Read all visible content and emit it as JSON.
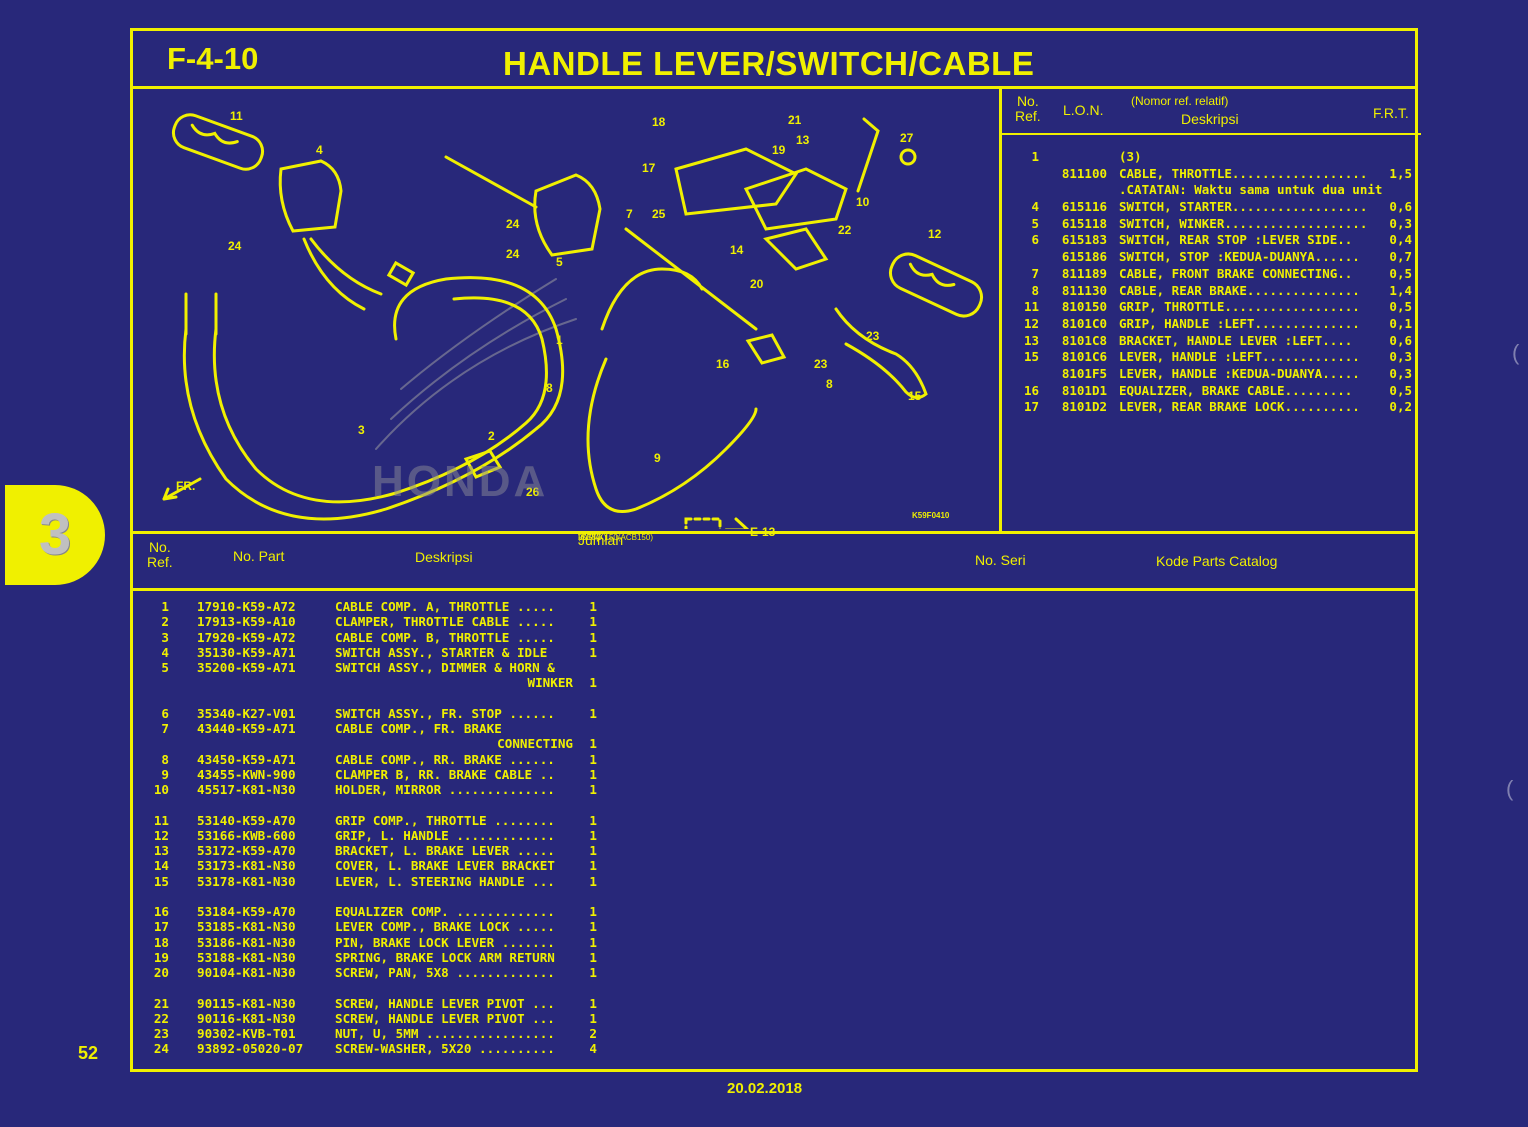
{
  "header": {
    "code": "F-4-10",
    "title": "HANDLE LEVER/SWITCH/CABLE"
  },
  "ref_table": {
    "headers": {
      "no": "No.",
      "ref": "Ref.",
      "lon": "L.O.N.",
      "desc_top": "(Nomor ref. relatif)",
      "desc": "Deskripsi",
      "frt": "F.R.T."
    },
    "rows": [
      {
        "no": "1",
        "lon": "",
        "desc": "(3)",
        "frt": ""
      },
      {
        "no": "",
        "lon": "811100",
        "desc": "CABLE, THROTTLE..................",
        "frt": "1,5"
      },
      {
        "no": "",
        "lon": "",
        "desc": ".CATATAN: Waktu sama untuk dua unit",
        "frt": ""
      },
      {
        "no": "4",
        "lon": "615116",
        "desc": "SWITCH, STARTER..................",
        "frt": "0,6"
      },
      {
        "no": "5",
        "lon": "615118",
        "desc": "SWITCH, WINKER...................",
        "frt": "0,3"
      },
      {
        "no": "6",
        "lon": "615183",
        "desc": "SWITCH, REAR STOP :LEVER SIDE..",
        "frt": "0,4"
      },
      {
        "no": "",
        "lon": "615186",
        "desc": "SWITCH, STOP :KEDUA-DUANYA......",
        "frt": "0,7"
      },
      {
        "no": "7",
        "lon": "811189",
        "desc": "CABLE, FRONT BRAKE CONNECTING..",
        "frt": "0,5"
      },
      {
        "no": "8",
        "lon": "811130",
        "desc": "CABLE, REAR BRAKE...............",
        "frt": "1,4"
      },
      {
        "no": "11",
        "lon": "810150",
        "desc": "GRIP, THROTTLE..................",
        "frt": "0,5"
      },
      {
        "no": "12",
        "lon": "8101C0",
        "desc": "GRIP, HANDLE :LEFT..............",
        "frt": "0,1"
      },
      {
        "no": "13",
        "lon": "8101C8",
        "desc": "BRACKET, HANDLE LEVER :LEFT....",
        "frt": "0,6"
      },
      {
        "no": "15",
        "lon": "8101C6",
        "desc": "LEVER, HANDLE :LEFT.............",
        "frt": "0,3"
      },
      {
        "no": "",
        "lon": "8101F5",
        "desc": "LEVER, HANDLE :KEDUA-DUANYA.....",
        "frt": "0,3"
      },
      {
        "no": "16",
        "lon": "8101D1",
        "desc": "EQUALIZER, BRAKE CABLE.........",
        "frt": "0,5"
      },
      {
        "no": "17",
        "lon": "8101D2",
        "desc": "LEVER, REAR BRAKE LOCK..........",
        "frt": "0,2"
      }
    ]
  },
  "parts_table": {
    "headers": {
      "no": "No.",
      "ref": "Ref.",
      "part": "No. Part",
      "desc": "Deskripsi",
      "qty_title": "Jumlah",
      "qty_model": "VARIO 150(ACB150)",
      "qty_type": "(CBT)",
      "qty_year": "2018(K)",
      "serial": "No. Seri",
      "catalog": "Kode Parts Catalog"
    },
    "rows": [
      {
        "no": "1",
        "part": "17910-K59-A72",
        "desc": "CABLE COMP. A, THROTTLE .....",
        "qty": "1"
      },
      {
        "no": "2",
        "part": "17913-K59-A10",
        "desc": "CLAMPER, THROTTLE CABLE .....",
        "qty": "1"
      },
      {
        "no": "3",
        "part": "17920-K59-A72",
        "desc": "CABLE COMP. B, THROTTLE .....",
        "qty": "1"
      },
      {
        "no": "4",
        "part": "35130-K59-A71",
        "desc": "SWITCH ASSY., STARTER & IDLE",
        "qty": "1"
      },
      {
        "no": "5",
        "part": "35200-K59-A71",
        "desc": "SWITCH ASSY., DIMMER & HORN &",
        "qty": ""
      },
      {
        "no": "",
        "part": "",
        "desc": "WINKER",
        "qty": "1",
        "right": true
      },
      {
        "no": "6",
        "part": "35340-K27-V01",
        "desc": "SWITCH ASSY., FR. STOP ......",
        "qty": "1",
        "gap": true
      },
      {
        "no": "7",
        "part": "43440-K59-A71",
        "desc": "CABLE COMP., FR. BRAKE",
        "qty": ""
      },
      {
        "no": "",
        "part": "",
        "desc": "CONNECTING",
        "qty": "1",
        "right": true
      },
      {
        "no": "8",
        "part": "43450-K59-A71",
        "desc": "CABLE COMP., RR. BRAKE ......",
        "qty": "1"
      },
      {
        "no": "9",
        "part": "43455-KWN-900",
        "desc": "CLAMPER B, RR. BRAKE CABLE ..",
        "qty": "1"
      },
      {
        "no": "10",
        "part": "45517-K81-N30",
        "desc": "HOLDER, MIRROR ..............",
        "qty": "1"
      },
      {
        "no": "11",
        "part": "53140-K59-A70",
        "desc": "GRIP COMP., THROTTLE ........",
        "qty": "1",
        "gap": true
      },
      {
        "no": "12",
        "part": "53166-KWB-600",
        "desc": "GRIP, L. HANDLE .............",
        "qty": "1"
      },
      {
        "no": "13",
        "part": "53172-K59-A70",
        "desc": "BRACKET, L. BRAKE LEVER .....",
        "qty": "1"
      },
      {
        "no": "14",
        "part": "53173-K81-N30",
        "desc": "COVER, L. BRAKE LEVER BRACKET",
        "qty": "1"
      },
      {
        "no": "15",
        "part": "53178-K81-N30",
        "desc": "LEVER, L. STEERING HANDLE ...",
        "qty": "1"
      },
      {
        "no": "16",
        "part": "53184-K59-A70",
        "desc": "EQUALIZER COMP. .............",
        "qty": "1",
        "gap": true
      },
      {
        "no": "17",
        "part": "53185-K81-N30",
        "desc": "LEVER COMP., BRAKE LOCK .....",
        "qty": "1"
      },
      {
        "no": "18",
        "part": "53186-K81-N30",
        "desc": "PIN, BRAKE LOCK LEVER .......",
        "qty": "1"
      },
      {
        "no": "19",
        "part": "53188-K81-N30",
        "desc": "SPRING, BRAKE LOCK ARM RETURN",
        "qty": "1"
      },
      {
        "no": "20",
        "part": "90104-K81-N30",
        "desc": "SCREW, PAN, 5X8 .............",
        "qty": "1"
      },
      {
        "no": "21",
        "part": "90115-K81-N30",
        "desc": "SCREW, HANDLE LEVER PIVOT ...",
        "qty": "1",
        "gap": true
      },
      {
        "no": "22",
        "part": "90116-K81-N30",
        "desc": "SCREW, HANDLE LEVER PIVOT ...",
        "qty": "1"
      },
      {
        "no": "23",
        "part": "90302-KVB-T01",
        "desc": "NUT, U, 5MM .................",
        "qty": "2"
      },
      {
        "no": "24",
        "part": "93892-05020-07",
        "desc": "SCREW-WASHER, 5X20 ..........",
        "qty": "4"
      }
    ]
  },
  "diagram": {
    "callouts": [
      "11",
      "4",
      "24",
      "24",
      "24",
      "5",
      "18",
      "21",
      "13",
      "19",
      "27",
      "17",
      "25",
      "7",
      "10",
      "22",
      "12",
      "14",
      "20",
      "23",
      "23",
      "16",
      "8",
      "15",
      "1",
      "8",
      "3",
      "2",
      "9",
      "26",
      "E-13",
      "FR."
    ],
    "figure_code": "K59F0410",
    "watermark": "HONDA"
  },
  "section_tab": "3",
  "page_number": "52",
  "date": "20.02.2018",
  "colors": {
    "background": "#28287a",
    "ink": "#f0f000"
  }
}
